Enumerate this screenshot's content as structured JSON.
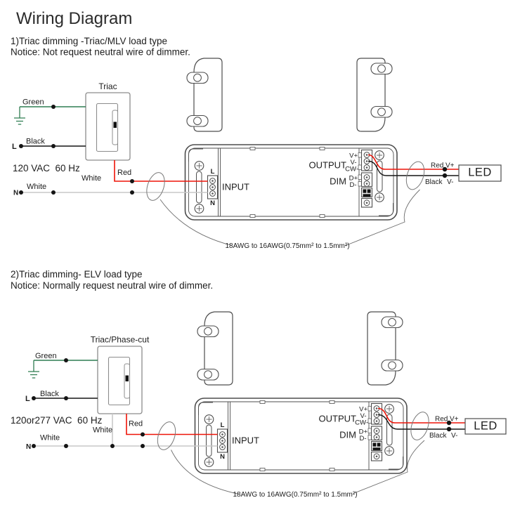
{
  "page": {
    "title": "Wiring Diagram"
  },
  "diagram1": {
    "heading": "1)Triac dimming -Triac/MLV load type",
    "notice": "Notice: Not request neutral wire of dimmer.",
    "dimmer_label": "Triac",
    "supply": "120 VAC  60 Hz"
  },
  "diagram2": {
    "heading": "2)Triac dimming- ELV load type",
    "notice": "Notice: Normally request neutral wire of dimmer.",
    "dimmer_label": "Triac/Phase-cut",
    "supply": "120or277 VAC  60 Hz"
  },
  "wire_labels": {
    "green": "Green",
    "black": "Black",
    "white": "White",
    "red": "Red",
    "line": "L",
    "neutral": "N"
  },
  "driver": {
    "input": "INPUT",
    "line": "L",
    "neutral": "N",
    "output": "OUTPUT",
    "dim": "DIM",
    "v_plus": "V+",
    "v_minus": "V-",
    "cw_minus": "CW-",
    "d_plus": "D+",
    "d_minus": "D-"
  },
  "led_label": "LED",
  "wire_note": "18AWG to 16AWG(0.75mm² to 1.5mm²)",
  "colors": {
    "red_wire": "#ee1408",
    "green_wire": "#2f7d52",
    "white_wire": "#c9c9c9",
    "black_wire": "#151515",
    "outline": "#4d4d4d",
    "dimmer_outline": "#8c8c8c",
    "clamp": "#7a7a7a"
  }
}
